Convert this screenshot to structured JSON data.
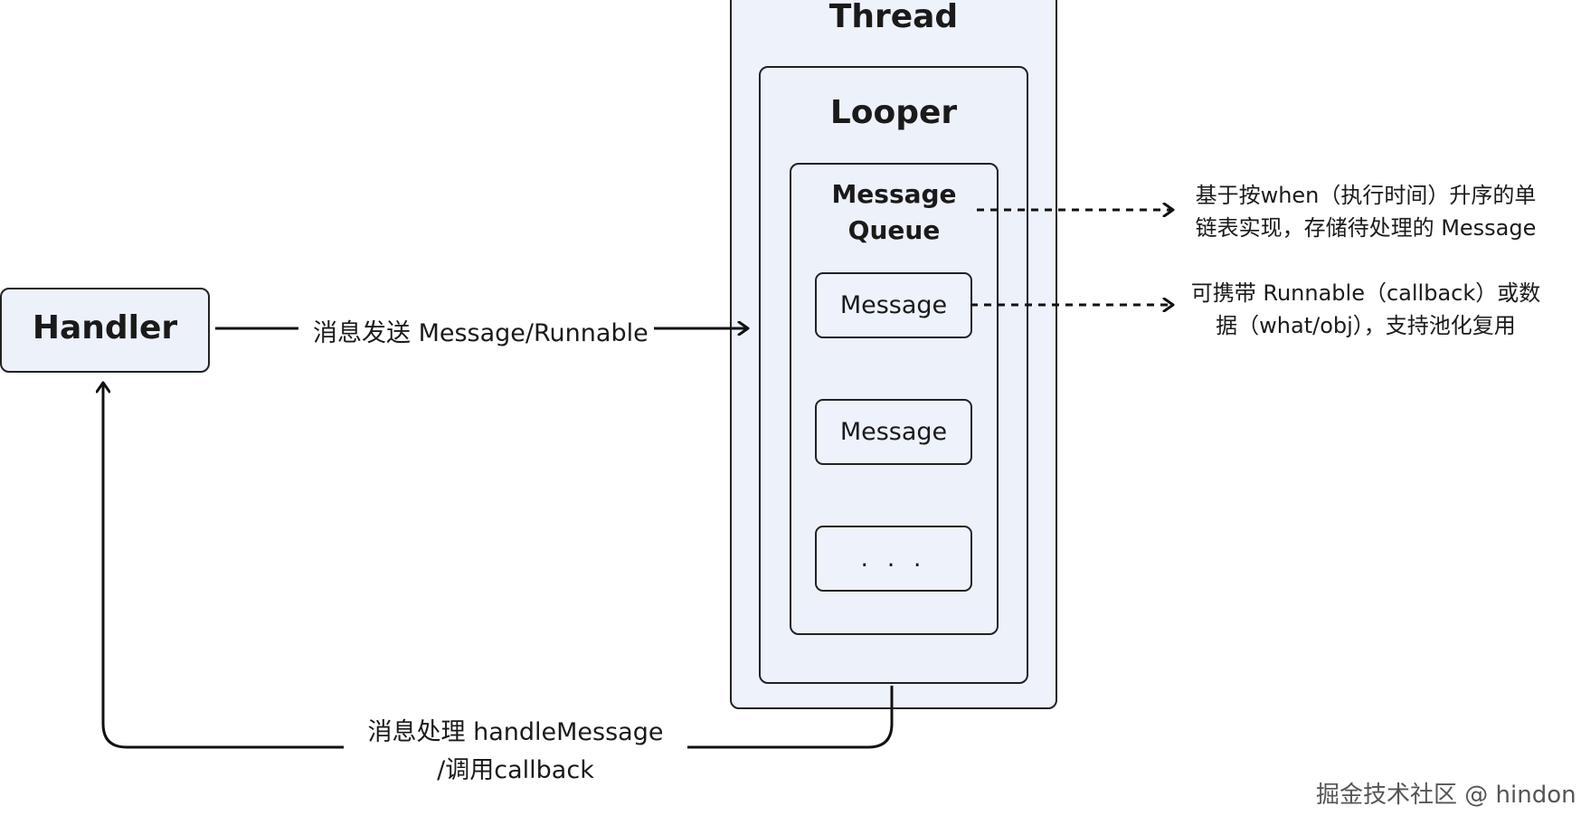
{
  "diagram": {
    "thread": {
      "title": "Thread"
    },
    "looper": {
      "title": "Looper"
    },
    "message_queue": {
      "title_line1": "Message",
      "title_line2": "Queue",
      "items": [
        "Message",
        "Message",
        ". . ."
      ]
    },
    "handler": {
      "title": "Handler"
    },
    "edges": {
      "send_label": "消息发送 Message/Runnable",
      "handle_label_line1": "消息处理 handleMessage",
      "handle_label_line2": "/调用callback"
    },
    "notes": {
      "queue_line1": "基于按when（执行时间）升序的单",
      "queue_line2": "链表实现，存储待处理的 Message",
      "message_line1": "可携带 Runnable（callback）或数",
      "message_line2": "据（what/obj），支持池化复用"
    },
    "watermark": "掘金技术社区 @ hindon"
  }
}
